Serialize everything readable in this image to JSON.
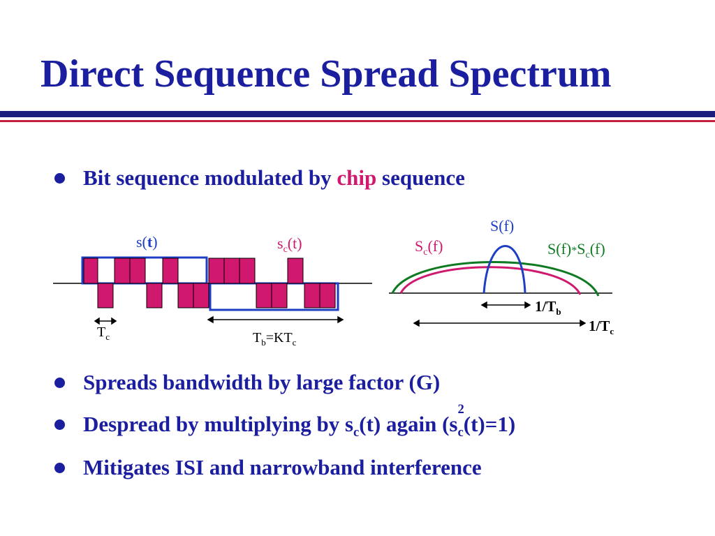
{
  "title": "Direct Sequence Spread Spectrum",
  "bullets": {
    "b1_pre": "Bit sequence modulated by ",
    "b1_chip": "chip",
    "b1_post": " sequence",
    "b2": "Spreads bandwidth by large factor (G)",
    "b3_a": "Despread by multiplying by s",
    "b3_sub1": "c",
    "b3_b": "(t) again (s",
    "b3_sub2": "c",
    "b3_sup": "2",
    "b3_c": "(t)=1)",
    "b4": "Mitigates ISI and narrowband interference"
  },
  "time_diagram": {
    "st_s": "s(",
    "st_t": "t",
    "st_end": ")",
    "sct_s": "s",
    "sct_sub": "c",
    "sct_rest": "(t)",
    "tc_main": "T",
    "tc_sub": "c",
    "tb_T": "T",
    "tb_sub": "b",
    "tb_mid": "=KT",
    "tb_sub2": "c"
  },
  "freq_diagram": {
    "sf_S": "S(f",
    "sf_end": ")",
    "scf_S": "S",
    "scf_sub": "c",
    "scf_rest": "(f)",
    "conv_a": "S(f)",
    "conv_star": "*",
    "conv_S": "S",
    "conv_sub": "c",
    "conv_rest": "(f)",
    "tb_pre": "1/T",
    "tb_sub": "b",
    "tc_pre": "1/T",
    "tc_sub": "c"
  },
  "colors": {
    "title_blue": "#1b1e9e",
    "chip_pink": "#d0196e",
    "bit_blue": "#1e3ec4",
    "spectrum_green": "#0f7a22",
    "navy_rule": "#1b1e7a",
    "red_rule": "#c41e3a"
  }
}
